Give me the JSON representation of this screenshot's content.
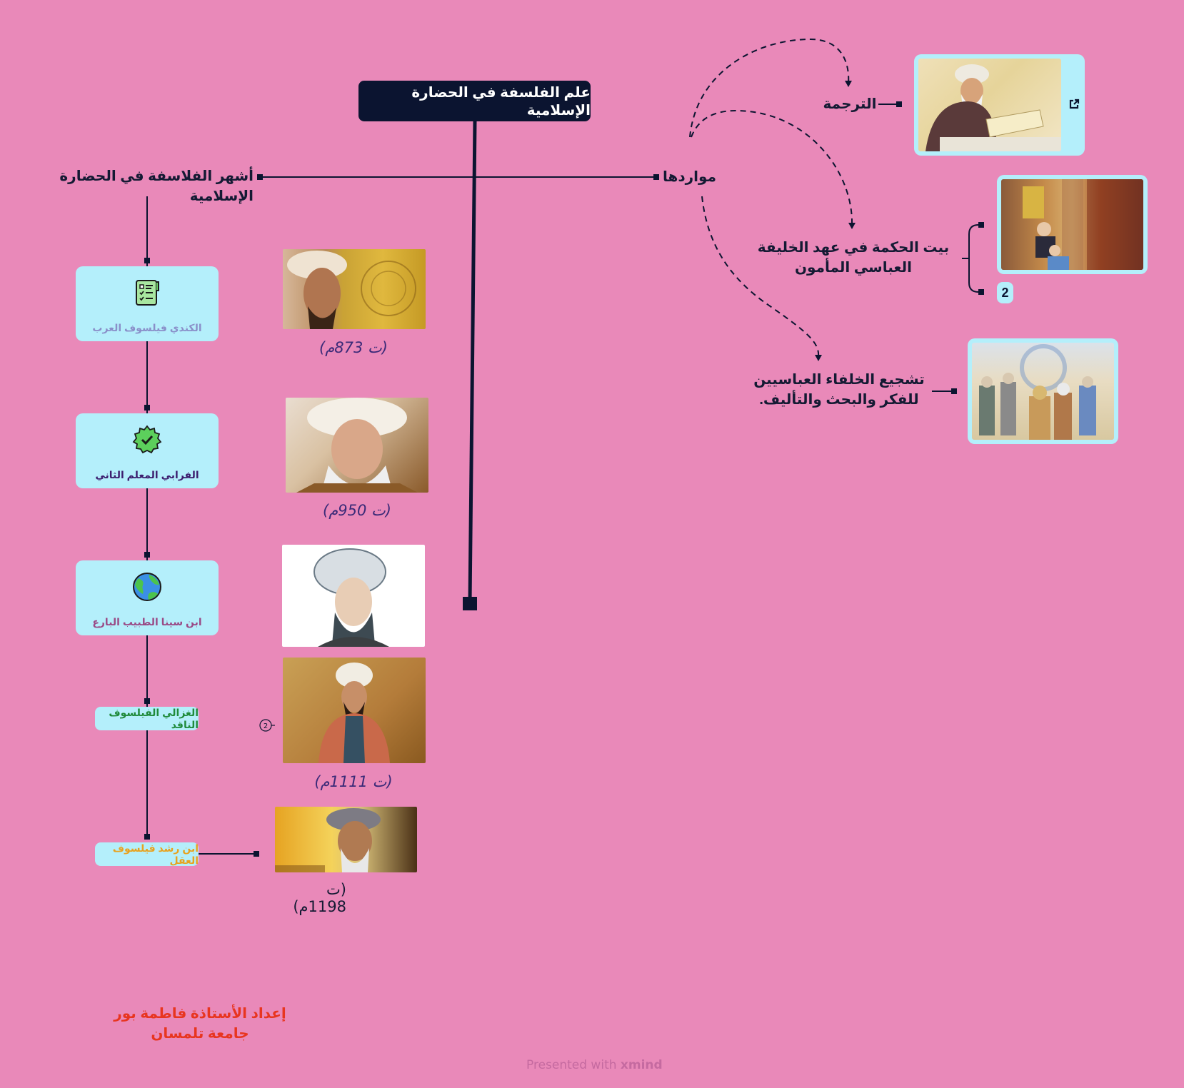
{
  "map": {
    "central_topic": "علم الفلسفة في الحضارة الإسلامية",
    "left_branch": {
      "title": "أشهر الفلاسفة في الحضارة الإسلامية",
      "philosophers": [
        {
          "label": "الكندي فيلسوف العرب",
          "icon": "checklist-scroll-icon",
          "label_color": "#8a8fc9",
          "date": "(ت 873م)"
        },
        {
          "label": "الفرابي المعلم الثاني",
          "icon": "verified-badge-icon",
          "label_color": "#3c1d6e",
          "date": "(ت 950م)"
        },
        {
          "label": "ابن سينا الطبيب البارع",
          "icon": "globe-icon",
          "label_color": "#9a4a86",
          "date": ""
        },
        {
          "label": "الغزالي الفيلسوف الناقد",
          "icon": "",
          "label_color": "#1f8a3a",
          "date": "(ت 1111م)",
          "collapsed_count": "2"
        },
        {
          "label": "ابن رشد فيلسوف العقل",
          "icon": "",
          "label_color": "#e8a21f",
          "date": "(ت 1198م)"
        }
      ]
    },
    "right_branch": {
      "title": "مواردها",
      "items": [
        {
          "label": "الترجمة",
          "has_link_icon": true
        },
        {
          "label": "بيت الحكمة في عهد الخليفة العباسي المأمون",
          "extra_badge": "2"
        },
        {
          "label": "تشجيع الخلفاء العباسيين للفكر والبحث والتأليف."
        }
      ]
    },
    "credit": "إعداد الأستاذة فاطمة بور جامعة تلمسان",
    "colors": {
      "background": "#e989b9",
      "node_dark": "#0b1430",
      "card_fill": "#b4effb",
      "credit": "#e8351f"
    }
  },
  "footer": {
    "prefix": "Presented with",
    "brand": "xmind"
  }
}
